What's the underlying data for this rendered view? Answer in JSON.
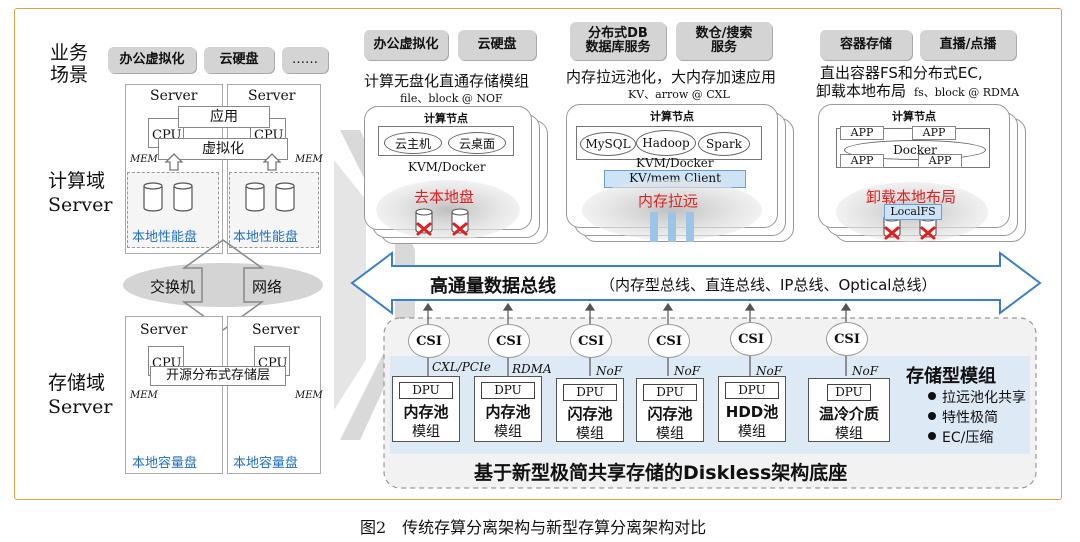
{
  "left": {
    "scene_label": "业务\n场景",
    "scene_tags": [
      "办公虚拟化",
      "云硬盘",
      "……"
    ],
    "compute_label": "计算域",
    "storage_label": "存储域",
    "server_en": "Server",
    "server_box": "Server",
    "cpu": "CPU",
    "mem": "MEM",
    "app_bar": "应用",
    "virt_bar": "虚拟化",
    "local_perf_disk": "本地性能盘",
    "switch": "交换机",
    "network": "网络",
    "oss_layer": "开源分布式存储层",
    "local_cap_disk": "本地容量盘"
  },
  "right": {
    "top_tags_a": [
      "办公虚拟化",
      "云硬盘"
    ],
    "top_tags_b": [
      "分布式DB\n数据库服务",
      "数仓/搜索\n服务"
    ],
    "top_tags_c": [
      "容器存储",
      "直播/点播"
    ],
    "desc_a": "计算无盘化直通存储模组",
    "sub_a": "file、block @ NOF",
    "desc_b": "内存拉远池化，大内存加速应用",
    "sub_b": "KV、arrow @ CXL",
    "desc_c1": "直出容器FS和分布式EC,",
    "desc_c2": "卸载本地布局",
    "sub_c": "fs、block @ RDMA",
    "node_title": "计算节点",
    "vm1": "云主机",
    "vm2": "云桌面",
    "kvm_docker": "KVM/Docker",
    "remove_local": "去本地盘",
    "db1": "MySQL",
    "db2": "Hadoop",
    "db3": "Spark",
    "kv_client": "KV/mem Client",
    "mem_remote": "内存拉远",
    "app": "APP",
    "docker": "Docker",
    "offload": "卸载本地布局",
    "localfs": "LocalFS",
    "bus_title": "高通量数据总线",
    "bus_sub": "（内存型总线、直连总线、IP总线、Optical总线）",
    "csi": "CSI",
    "protocols": [
      "CXL/PCIe",
      "RDMA",
      "NoF",
      "NoF",
      "NoF",
      "NoF"
    ],
    "dpu": "DPU",
    "modules": [
      {
        "name": "内存池",
        "unit": "模组"
      },
      {
        "name": "内存池",
        "unit": "模组"
      },
      {
        "name": "闪存池",
        "unit": "模组"
      },
      {
        "name": "闪存池",
        "unit": "模组"
      },
      {
        "name": "HDD池",
        "unit": "模组"
      },
      {
        "name": "温冷介质",
        "unit": "模组"
      }
    ],
    "storage_module_title": "存储型模组",
    "features": [
      "拉远池化共享",
      "特性极简",
      "EC/压缩"
    ],
    "base_title": "基于新型极简共享存储的Diskless架构底座"
  },
  "caption": "图2　传统存算分离架构与新型存算分离架构对比"
}
